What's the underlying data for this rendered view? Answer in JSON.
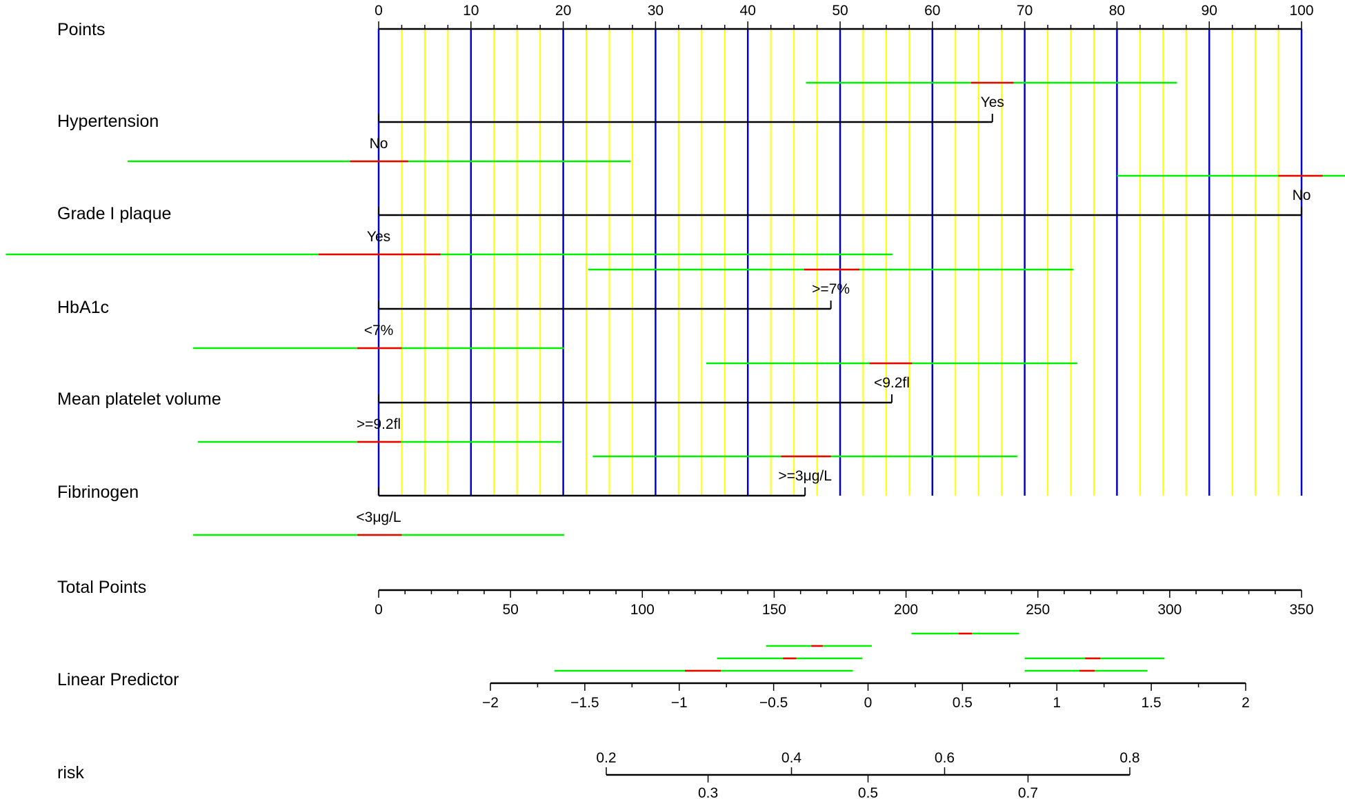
{
  "chart_data": {
    "type": "nomogram",
    "points_axis": {
      "label": "Points",
      "range": [
        0,
        100
      ],
      "major_ticks": [
        0,
        10,
        20,
        30,
        40,
        50,
        60,
        70,
        80,
        90,
        100
      ],
      "tick_labels": [
        "0",
        "10",
        "20",
        "30",
        "40",
        "50",
        "60",
        "70",
        "80",
        "90",
        "100"
      ],
      "minor_step": 2.5
    },
    "gridlines": {
      "major_color": "#0000cc",
      "minor_color": "#ffff00",
      "major_every": 10,
      "minor_every": 2.5,
      "to_points": 100
    },
    "colors": {
      "axis": "#000000",
      "interval": "#00ee00",
      "estimate": "#ee0000"
    },
    "variables": [
      {
        "name": "Hypertension",
        "scale_max_points": 66.5,
        "levels": [
          {
            "label": "Yes",
            "points": 66.5,
            "ci_low": 46.3,
            "ci_high": 86.5,
            "est_low": 64.2,
            "est_high": 68.8
          },
          {
            "label": "No",
            "points": 0,
            "ci_low": -27.2,
            "ci_high": 27.3,
            "est_low": -3.1,
            "est_high": 3.2
          }
        ]
      },
      {
        "name": "Grade I plaque",
        "scale_max_points": 100,
        "levels": [
          {
            "label": "No",
            "points": 100,
            "ci_low": 80,
            "ci_high": 117,
            "est_low": 97.5,
            "est_high": 102.3
          },
          {
            "label": "Yes",
            "points": 0,
            "ci_low": -40.4,
            "ci_high": 55.7,
            "est_low": -6.5,
            "est_high": 6.7
          }
        ]
      },
      {
        "name": "HbA1c",
        "scale_max_points": 49,
        "levels": [
          {
            "label": ">=7%",
            "points": 49,
            "ci_low": 22.7,
            "ci_high": 75.3,
            "est_low": 46.1,
            "est_high": 52.1
          },
          {
            "label": "<7%",
            "points": 0,
            "ci_low": -20.1,
            "ci_high": 20.1,
            "est_low": -2.3,
            "est_high": 2.5
          }
        ]
      },
      {
        "name": "Mean platelet volume",
        "scale_max_points": 55.6,
        "levels": [
          {
            "label": "<9.2fl",
            "points": 55.6,
            "ci_low": 35.5,
            "ci_high": 75.7,
            "est_low": 53.2,
            "est_high": 57.8
          },
          {
            "label": ">=9.2fl",
            "points": 0,
            "ci_low": -19.6,
            "ci_high": 19.8,
            "est_low": -2.3,
            "est_high": 2.4
          }
        ]
      },
      {
        "name": "Fibrinogen",
        "scale_max_points": 46.2,
        "levels": [
          {
            "label": ">=3μg/L",
            "points": 46.2,
            "ci_low": 23.2,
            "ci_high": 69.2,
            "est_low": 43.6,
            "est_high": 49.0
          },
          {
            "label": "<3μg/L",
            "points": 0,
            "ci_low": -20.1,
            "ci_high": 20.1,
            "est_low": -2.3,
            "est_high": 2.5
          }
        ]
      }
    ],
    "total_points_axis": {
      "label": "Total Points",
      "range": [
        0,
        350
      ],
      "major_ticks": [
        0,
        50,
        100,
        150,
        200,
        250,
        300,
        350
      ],
      "tick_labels": [
        "0",
        "50",
        "100",
        "150",
        "200",
        "250",
        "300",
        "350"
      ],
      "minor_step": 10
    },
    "linear_predictor_axis": {
      "label": "Linear Predictor",
      "range": [
        -2,
        2
      ],
      "major_ticks": [
        -2,
        -1.5,
        -1,
        -0.5,
        0,
        0.5,
        1,
        1.5,
        2
      ],
      "tick_labels": [
        "−2",
        "−1.5",
        "−1",
        "−0.5",
        "0",
        "0.5",
        "1",
        "1.5",
        "2"
      ],
      "minor_step": 0.25,
      "intervals": [
        {
          "ci_low": 0.23,
          "ci_high": 0.8,
          "est_low": 0.48,
          "est_high": 0.55
        },
        {
          "ci_low": -0.54,
          "ci_high": 0.02,
          "est_low": -0.3,
          "est_high": -0.24
        },
        {
          "ci_low": -0.8,
          "ci_high": -0.03,
          "est_low": -0.45,
          "est_high": -0.38
        },
        {
          "ci_low": 0.83,
          "ci_high": 1.57,
          "est_low": 1.15,
          "est_high": 1.23
        },
        {
          "ci_low": -1.66,
          "ci_high": -0.08,
          "est_low": -0.97,
          "est_high": -0.78
        },
        {
          "ci_low": 0.83,
          "ci_high": 1.48,
          "est_low": 1.12,
          "est_high": 1.2
        }
      ]
    },
    "risk_axis": {
      "label": "risk",
      "top_ticks": [
        0.2,
        0.4,
        0.6,
        0.8
      ],
      "top_tick_labels": [
        "0.2",
        "0.4",
        "0.6",
        "0.8"
      ],
      "bottom_ticks": [
        0.3,
        0.5,
        0.7
      ],
      "bottom_tick_labels": [
        "0.3",
        "0.5",
        "0.7"
      ]
    }
  }
}
